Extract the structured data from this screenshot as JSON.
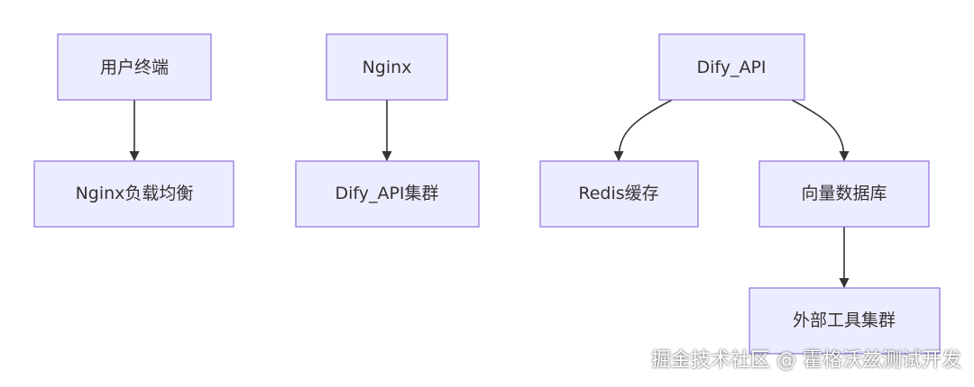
{
  "nodes": {
    "user_terminal": "用户终端",
    "nginx_lb": "Nginx负载均衡",
    "nginx": "Nginx",
    "dify_api_cluster": "Dify_API集群",
    "dify_api": "Dify_API",
    "redis_cache": "Redis缓存",
    "vector_db": "向量数据库",
    "external_tools_cluster": "外部工具集群"
  },
  "edges": [
    {
      "from": "用户终端",
      "to": "Nginx负载均衡"
    },
    {
      "from": "Nginx",
      "to": "Dify_API集群"
    },
    {
      "from": "Dify_API",
      "to": "Redis缓存"
    },
    {
      "from": "Dify_API",
      "to": "向量数据库"
    },
    {
      "from": "向量数据库",
      "to": "外部工具集群"
    }
  ],
  "colors": {
    "node_fill": "#ECECFF",
    "node_border": "#9370DB",
    "edge": "#333333",
    "text": "#333333"
  },
  "watermark": "掘金技术社区 @ 霍格沃兹测试开发"
}
